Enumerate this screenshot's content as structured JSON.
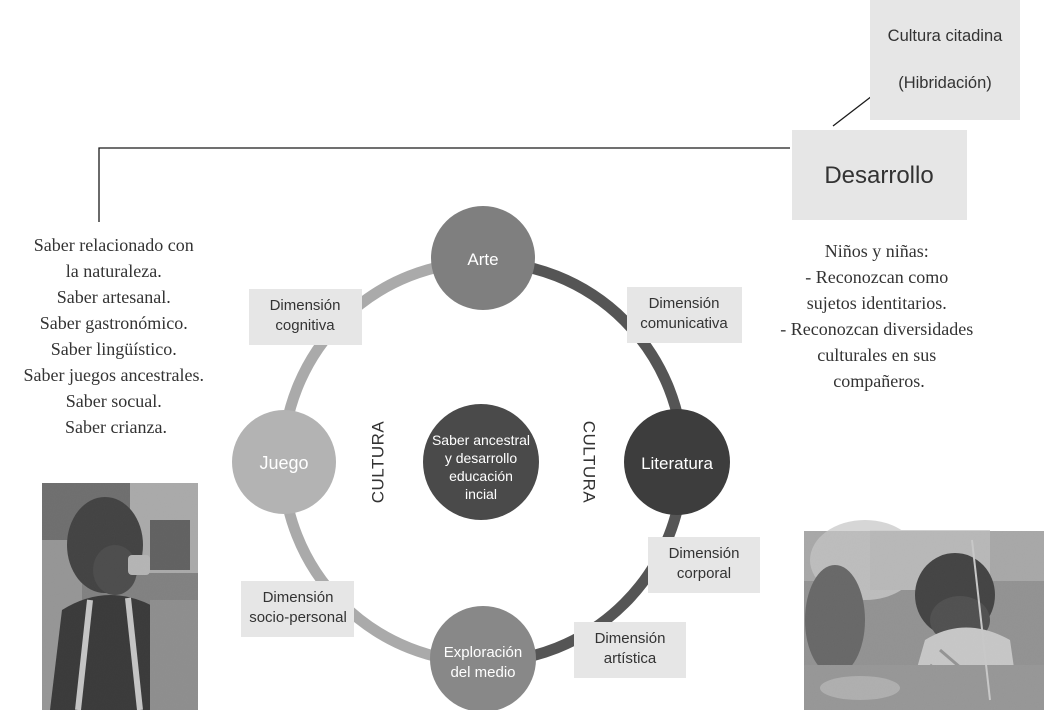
{
  "top_box": {
    "line1": "Cultura citadina",
    "line2": "(Hibridación)"
  },
  "desarrollo_box": {
    "label": "Desarrollo"
  },
  "left_text": [
    "Saber relacionado con",
    "la naturaleza.",
    "Saber artesanal.",
    "Saber gastronómico.",
    "Saber lingüístico.",
    "Saber juegos ancestrales.",
    "Saber socual.",
    "Saber crianza."
  ],
  "right_text": [
    "Niños y niñas:",
    "- Reconozcan como",
    "sujetos identitarios.",
    "- Reconozcan diversidades",
    "culturales en sus",
    "compañeros."
  ],
  "center_node": [
    "Saber ancestral",
    "y desarrollo",
    "educación",
    "incial"
  ],
  "nodes": {
    "arte": [
      "Arte"
    ],
    "juego": [
      "Juego"
    ],
    "literatura": [
      "Literatura"
    ],
    "exploracion": [
      "Exploración",
      "del medio"
    ]
  },
  "dimensions": {
    "cognitiva": [
      "Dimensión",
      "cognitiva"
    ],
    "comunicativa": [
      "Dimensión",
      "comunicativa"
    ],
    "corporal": [
      "Dimensión",
      "corporal"
    ],
    "socio_personal": [
      "Dimensión",
      "socio-personal"
    ],
    "artistica": [
      "Dimensión",
      "artística"
    ]
  },
  "cultura_labels": {
    "left": "CULTURA",
    "right": "CULTURA"
  },
  "colors": {
    "ring_light": "#aaaaaa",
    "ring_dark": "#555555",
    "node_arte": "#7f7f7f",
    "node_juego": "#b3b3b3",
    "node_literatura": "#3d3d3d",
    "node_exploracion": "#888888",
    "node_center": "#4a4a4a",
    "label_box": "#e6e6e6",
    "text": "#333333"
  }
}
